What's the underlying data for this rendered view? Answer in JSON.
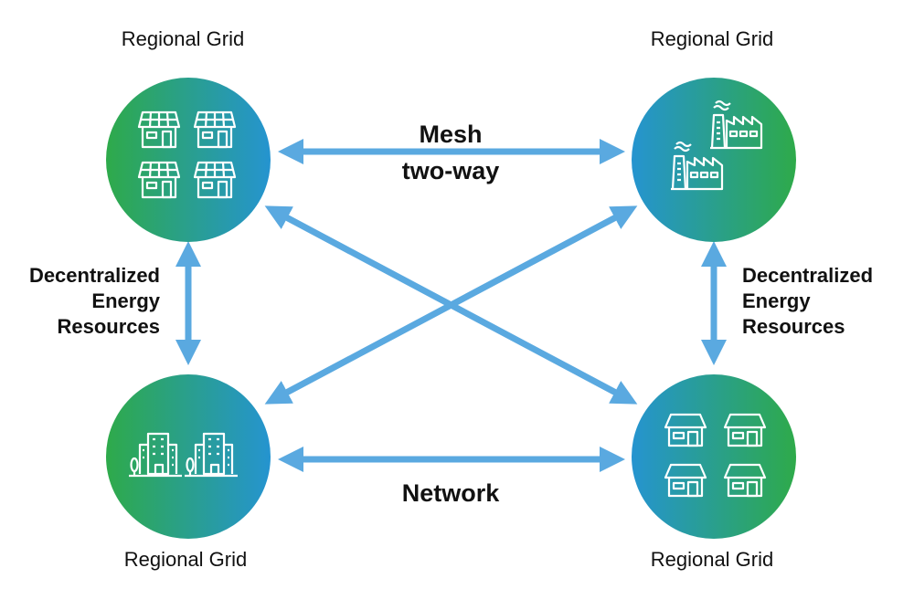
{
  "nodes": [
    {
      "label": "Regional Grid",
      "icon": "solar-houses-icon"
    },
    {
      "label": "Regional Grid",
      "icon": "factories-icon"
    },
    {
      "label": "Regional Grid",
      "icon": "apartment-buildings-icon"
    },
    {
      "label": "Regional Grid",
      "icon": "houses-icon"
    }
  ],
  "edges": {
    "top_line1": "Mesh",
    "top_line2": "two-way",
    "bottom": "Network",
    "left": [
      "Decentralized",
      "Energy",
      "Resources"
    ],
    "right": [
      "Decentralized",
      "Energy",
      "Resources"
    ]
  },
  "colors": {
    "arrow": "#5aa9e0",
    "green": "#2eaa4a",
    "blue": "#2594d0"
  }
}
